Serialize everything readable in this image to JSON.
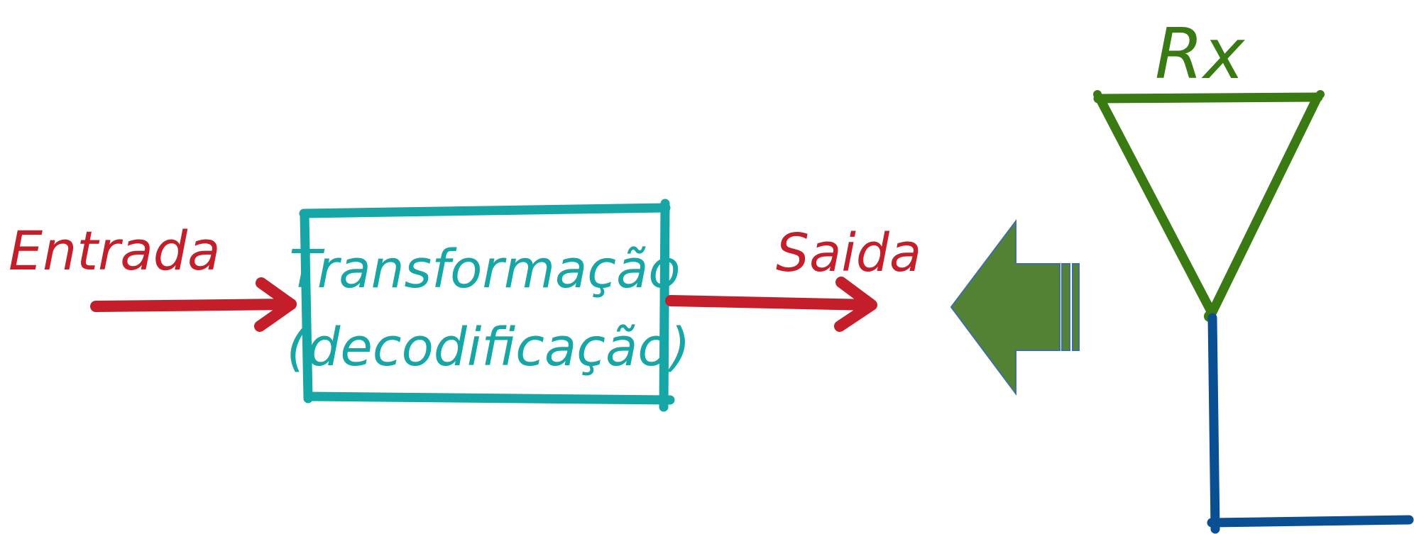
{
  "labels": {
    "input": "Entrada",
    "box_line1": "Transformação",
    "box_line2": "(decodificação)",
    "output": "Saida",
    "antenna": "Rx"
  },
  "colors": {
    "input_arrow": "#c41e2a",
    "box": "#17a6a6",
    "box_text": "#17a6a6",
    "output_arrow": "#c41e2a",
    "big_arrow_fill": "#548235",
    "big_arrow_stroke": "#3f6ea6",
    "antenna": "#3a7a12",
    "ground_line": "#0b4f93"
  },
  "icons": {
    "big_arrow": "left-block-arrow-icon",
    "antenna": "receiver-antenna-icon"
  }
}
